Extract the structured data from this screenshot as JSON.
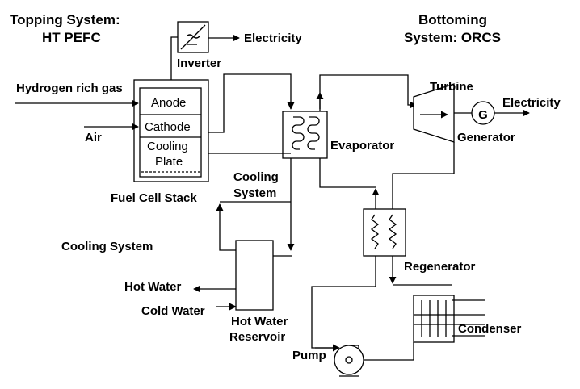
{
  "titles": {
    "topping_line1": "Topping  System:",
    "topping_line2": "HT  PEFC",
    "bottoming_line1": "Bottoming",
    "bottoming_line2": "System:  ORCS"
  },
  "labels": {
    "inverter": "Inverter",
    "electricity_top": "Electricity",
    "hydrogen": "Hydrogen rich gas",
    "air": "Air",
    "anode": "Anode",
    "cathode": "Cathode",
    "cooling_plate_1": "Cooling",
    "cooling_plate_2": "Plate",
    "fuel_cell_stack": "Fuel Cell Stack",
    "cooling_system_inner_1": "Cooling",
    "cooling_system_inner_2": "System",
    "cooling_system_left": "Cooling System",
    "evaporator": "Evaporator",
    "turbine": "Turbine",
    "generator_symbol": "G",
    "electricity_right": "Electricity",
    "generator": "Generator",
    "regenerator": "Regenerator",
    "hot_water": "Hot Water",
    "cold_water": "Cold Water",
    "reservoir_1": "Hot Water",
    "reservoir_2": "Reservoir",
    "condenser": "Condenser",
    "pump": "Pump"
  }
}
